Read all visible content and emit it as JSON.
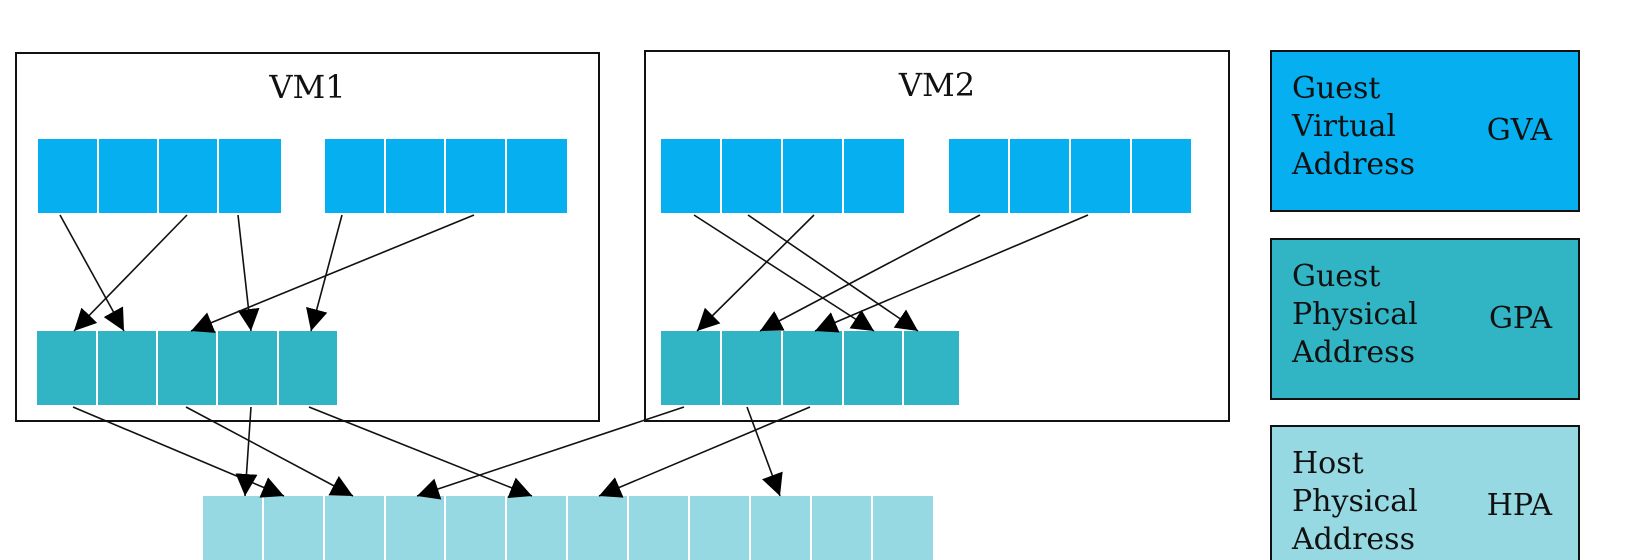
{
  "vms": [
    {
      "title": "VM1",
      "gva_groups": [
        4,
        4
      ],
      "gpa_cells": 5
    },
    {
      "title": "VM2",
      "gva_groups": [
        4,
        4
      ],
      "gpa_cells": 5
    }
  ],
  "hpa_cells": 12,
  "legend": [
    {
      "name": "Guest\nVirtual\nAddress",
      "abbr": "GVA",
      "color": "#05aff0"
    },
    {
      "name": "Guest\nPhysical\nAddress",
      "abbr": "GPA",
      "color": "#31b4c4"
    },
    {
      "name": "Host\nPhysical\nAddress",
      "abbr": "HPA",
      "color": "#96d9e3"
    }
  ]
}
